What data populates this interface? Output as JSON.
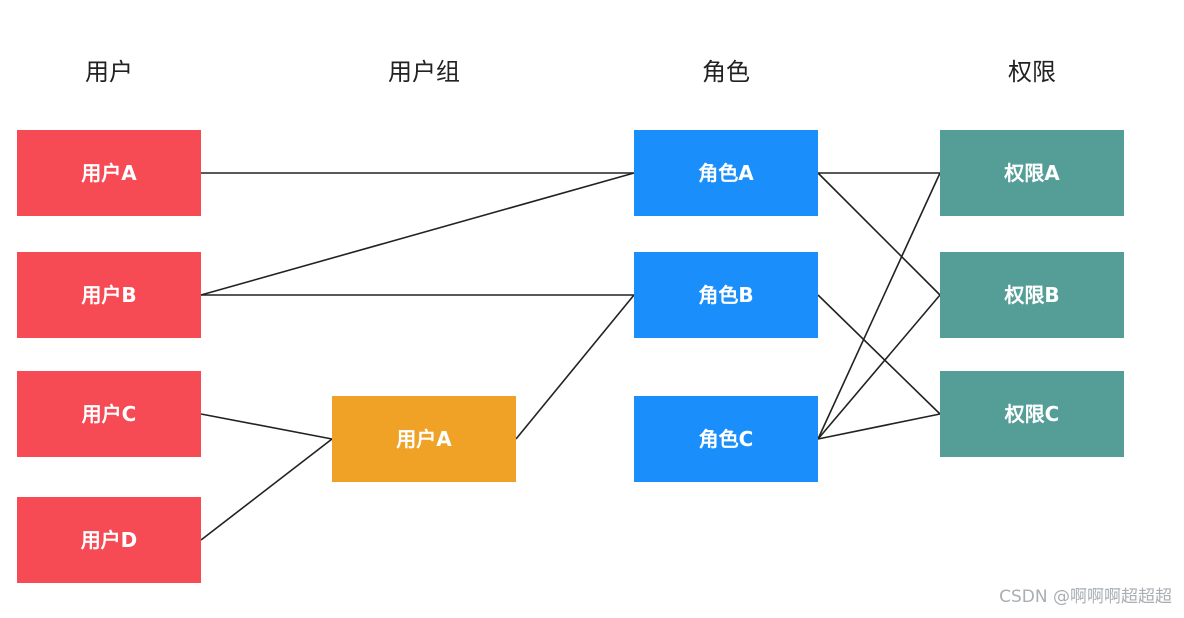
{
  "colors": {
    "user": "#f64a55",
    "group": "#f0a226",
    "role": "#1a8ffb",
    "permission": "#559e98",
    "line": "#222222"
  },
  "headers": {
    "users": "用户",
    "groups": "用户组",
    "roles": "角色",
    "permissions": "权限"
  },
  "users": [
    {
      "id": "uA",
      "label": "用户A"
    },
    {
      "id": "uB",
      "label": "用户B"
    },
    {
      "id": "uC",
      "label": "用户C"
    },
    {
      "id": "uD",
      "label": "用户D"
    }
  ],
  "groups": [
    {
      "id": "gA",
      "label": "用户A"
    }
  ],
  "roles": [
    {
      "id": "rA",
      "label": "角色A"
    },
    {
      "id": "rB",
      "label": "角色B"
    },
    {
      "id": "rC",
      "label": "角色C"
    }
  ],
  "permissions": [
    {
      "id": "pA",
      "label": "权限A"
    },
    {
      "id": "pB",
      "label": "权限B"
    },
    {
      "id": "pC",
      "label": "权限C"
    }
  ],
  "links": [
    {
      "from": "uA",
      "to": "rA"
    },
    {
      "from": "uB",
      "to": "rA"
    },
    {
      "from": "uB",
      "to": "rB"
    },
    {
      "from": "uC",
      "to": "gA"
    },
    {
      "from": "uD",
      "to": "gA"
    },
    {
      "from": "gA",
      "to": "rB"
    },
    {
      "from": "rA",
      "to": "pA"
    },
    {
      "from": "rA",
      "to": "pB"
    },
    {
      "from": "rB",
      "to": "pC"
    },
    {
      "from": "rC",
      "to": "pA"
    },
    {
      "from": "rC",
      "to": "pB"
    },
    {
      "from": "rC",
      "to": "pC"
    }
  ],
  "watermark": "CSDN @啊啊啊超超超"
}
